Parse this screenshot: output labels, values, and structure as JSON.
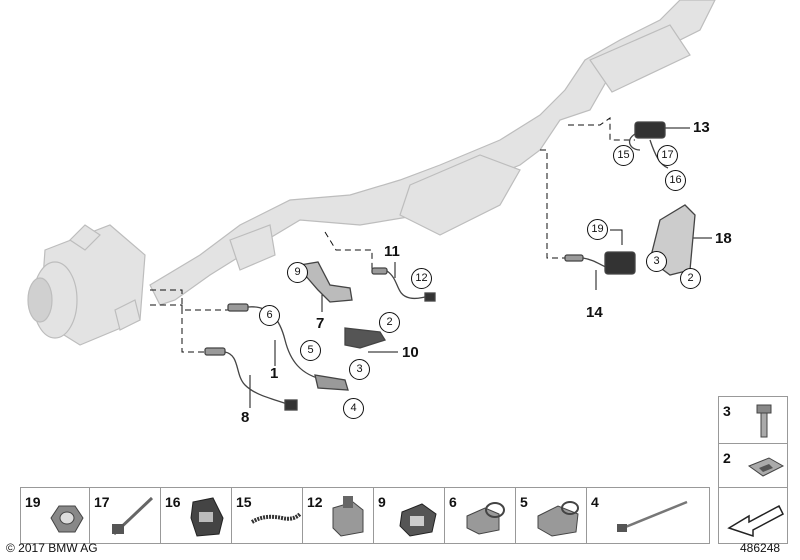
{
  "callouts": {
    "c1": "1",
    "c2a": "2",
    "c2b": "2",
    "c3a": "3",
    "c3b": "3",
    "c4": "4",
    "c5": "5",
    "c6": "6",
    "c7": "7",
    "c8": "8",
    "c9": "9",
    "c10": "10",
    "c11": "11",
    "c12": "12",
    "c13": "13",
    "c14": "14",
    "c15": "15",
    "c16": "16",
    "c17": "17",
    "c18": "18",
    "c19": "19"
  },
  "parts_strip": [
    "19",
    "17",
    "16",
    "15",
    "12",
    "9",
    "6",
    "5",
    "4"
  ],
  "side_parts": [
    "3",
    "2"
  ],
  "copyright": "© 2017 BMW AG",
  "diagram_number": "486248",
  "colors": {
    "line": "#111111",
    "ghost": "#d8d8d8",
    "ghost_dark": "#bdbdbd",
    "part": "#555555"
  }
}
